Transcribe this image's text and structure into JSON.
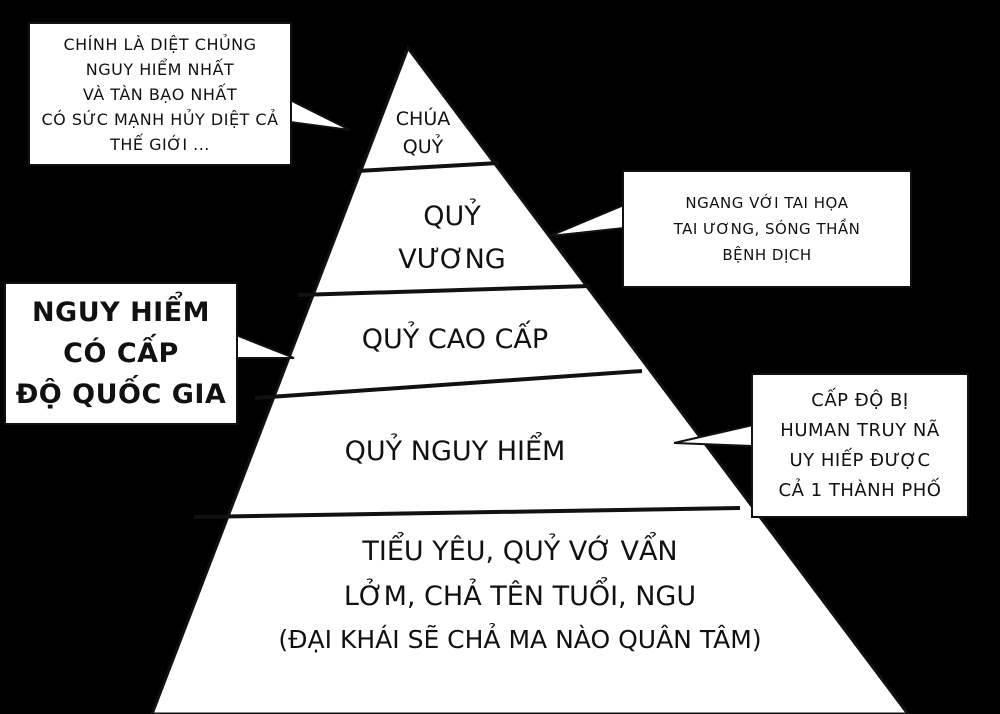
{
  "pyramid": {
    "tiers": [
      {
        "lines": [
          "CHÚA",
          "QUỶ"
        ]
      },
      {
        "lines": [
          "QUỶ",
          "VƯƠNG"
        ]
      },
      {
        "lines": [
          "QUỶ CAO CẤP"
        ]
      },
      {
        "lines": [
          "QUỶ NGUY HIỂM"
        ]
      },
      {
        "lines": [
          "TIỂU YÊU, QUỶ VỚ VẨN",
          "LỞM, CHẢ TÊN TUỔI, NGU",
          "(ĐẠI KHÁI SẼ CHẢ MA NÀO QUÂN TÂM)"
        ]
      }
    ]
  },
  "notes": {
    "top_left": [
      "CHÍNH LÀ DIỆT CHỦNG",
      "NGUY HIỂM NHẤT",
      "VÀ TÀN BẠO NHẤT",
      "CÓ SỨC MẠNH HỦY DIỆT CẢ",
      "THẾ GIỚI ..."
    ],
    "right_upper": [
      "NGANG VỚI TAI HỌA",
      "TAI ƯƠNG, SÓNG THẦN",
      "BỆNH DỊCH"
    ],
    "left_mid": [
      "NGUY HIỂM",
      "CÓ CẤP",
      "ĐỘ QUỐC GIA"
    ],
    "right_lower": [
      "CẤP ĐỘ BỊ",
      "HUMAN TRUY NÃ",
      "UY HIẾP ĐƯỢC",
      "CẢ 1 THÀNH PHỐ"
    ]
  },
  "colors": {
    "background": "#000000",
    "fill": "#ffffff",
    "ink": "#111111"
  }
}
